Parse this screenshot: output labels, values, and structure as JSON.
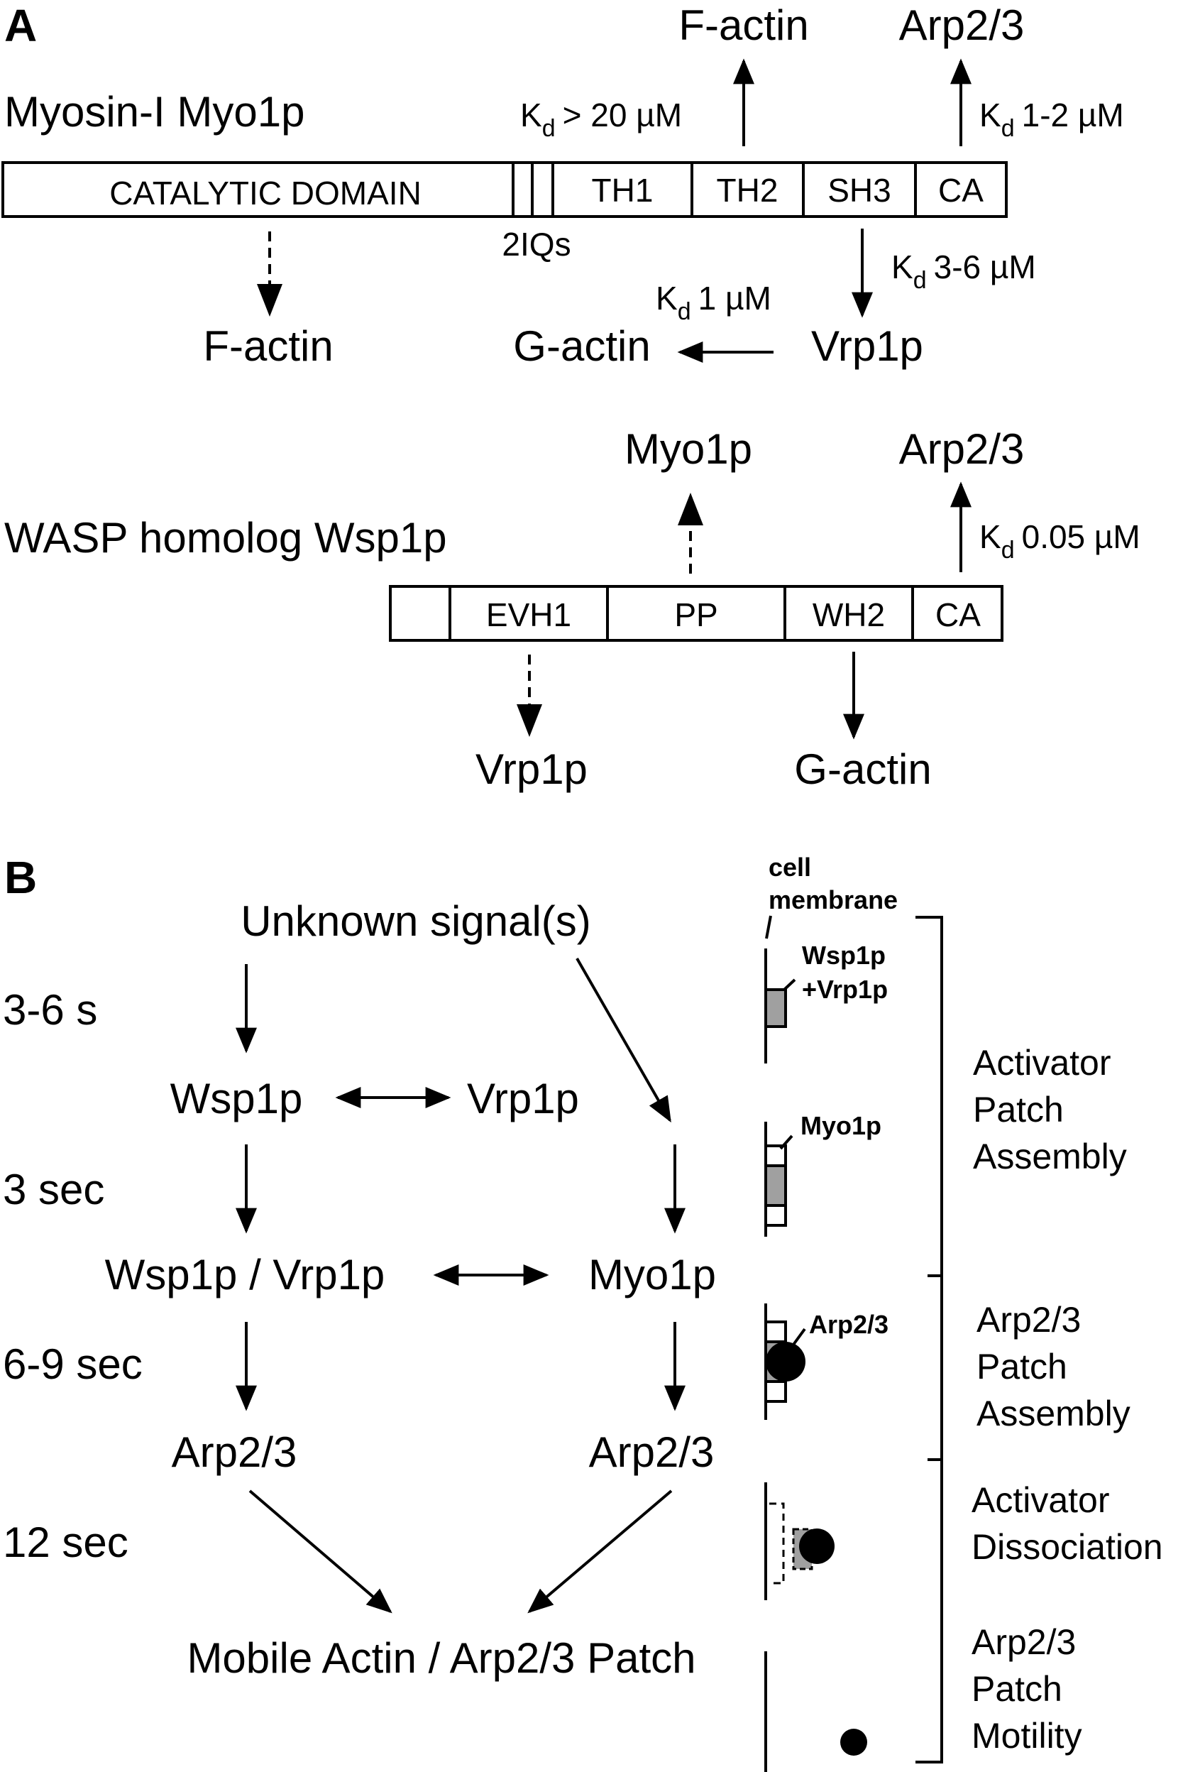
{
  "panel_a": {
    "letter": "A",
    "myosin": {
      "title": "Myosin-I Myo1p",
      "domains": [
        "CATALYTIC DOMAIN",
        "TH1",
        "TH2",
        "SH3",
        "CA"
      ],
      "iq_label": "2IQs",
      "top_targets": [
        "F-actin",
        "Arp2/3"
      ],
      "bottom_targets": [
        "F-actin",
        "G-actin",
        "Vrp1p"
      ],
      "kd_th2": "> 20 µM",
      "kd_ca": "1-2 µM",
      "kd_sh3": "3-6 µM",
      "kd_vrp": "1 µM",
      "kd_letter": "K",
      "kd_sub": "d"
    },
    "wasp": {
      "title": "WASP homolog Wsp1p",
      "domains": [
        "EVH1",
        "PP",
        "WH2",
        "CA"
      ],
      "top_targets": [
        "Myo1p",
        "Arp2/3"
      ],
      "bottom_targets": [
        "Vrp1p",
        "G-actin"
      ],
      "kd_ca": "0.05 µM"
    }
  },
  "panel_b": {
    "letter": "B",
    "signal": "Unknown signal(s)",
    "times": [
      "3-6 s",
      "3 sec",
      "6-9 sec",
      "12 sec"
    ],
    "nodes": {
      "wsp1p": "Wsp1p",
      "vrp1p": "Vrp1p",
      "complex": "Wsp1p / Vrp1p",
      "myo1p": "Myo1p",
      "arp_left": "Arp2/3",
      "arp_right": "Arp2/3",
      "final": "Mobile Actin / Arp2/3 Patch"
    },
    "schematic": {
      "membrane_label": [
        "cell",
        "membrane"
      ],
      "wsp_label": [
        "Wsp1p",
        "+Vrp1p"
      ],
      "myo_label": "Myo1p",
      "arp_label": "Arp2/3"
    },
    "stages": [
      [
        "Activator",
        "Patch",
        "Assembly"
      ],
      [
        "Arp2/3",
        "Patch",
        "Assembly"
      ],
      [
        "Activator",
        "Dissociation"
      ],
      [
        "Arp2/3",
        "Patch",
        "Motility"
      ]
    ]
  },
  "colors": {
    "ink": "#000000",
    "fill_gray": "#a0a0a0",
    "background": "#ffffff"
  }
}
